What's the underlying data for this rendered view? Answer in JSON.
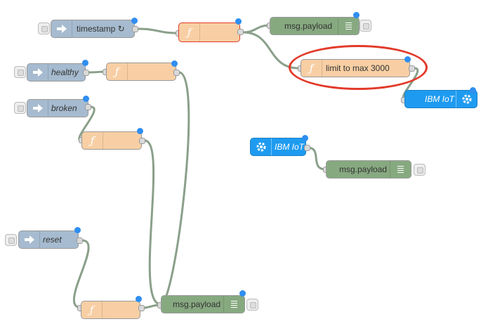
{
  "flow": {
    "nodes": {
      "timestamp": {
        "label": "timestamp ↻",
        "type": "inject"
      },
      "healthy": {
        "label": "healthy",
        "type": "inject"
      },
      "broken": {
        "label": "broken",
        "type": "inject"
      },
      "reset": {
        "label": "reset",
        "type": "inject"
      },
      "func_top": {
        "label": "",
        "type": "function"
      },
      "func_healthy": {
        "label": "",
        "type": "function"
      },
      "func_broken": {
        "label": "",
        "type": "function"
      },
      "func_reset": {
        "label": "",
        "type": "function"
      },
      "limit": {
        "label": "limit to max 3000",
        "type": "function"
      },
      "debug_top": {
        "label": "msg.payload",
        "type": "debug"
      },
      "debug_mid": {
        "label": "msg.payload",
        "type": "debug"
      },
      "debug_bottom": {
        "label": "msg.payload",
        "type": "debug"
      },
      "ibm_out": {
        "label": "IBM IoT",
        "type": "ibmiot-out"
      },
      "ibm_in": {
        "label": "IBM IoT",
        "type": "ibmiot-in"
      }
    },
    "function_glyph": "ƒ",
    "colors": {
      "inject": "#a6bbcf",
      "function": "#f8cfa4",
      "debug": "#87a980",
      "ibmiot": "#1e9bf0",
      "wire": "#8aa08a",
      "highlight": "#e23a2a",
      "changed_dot": "#2f8ef0"
    }
  }
}
